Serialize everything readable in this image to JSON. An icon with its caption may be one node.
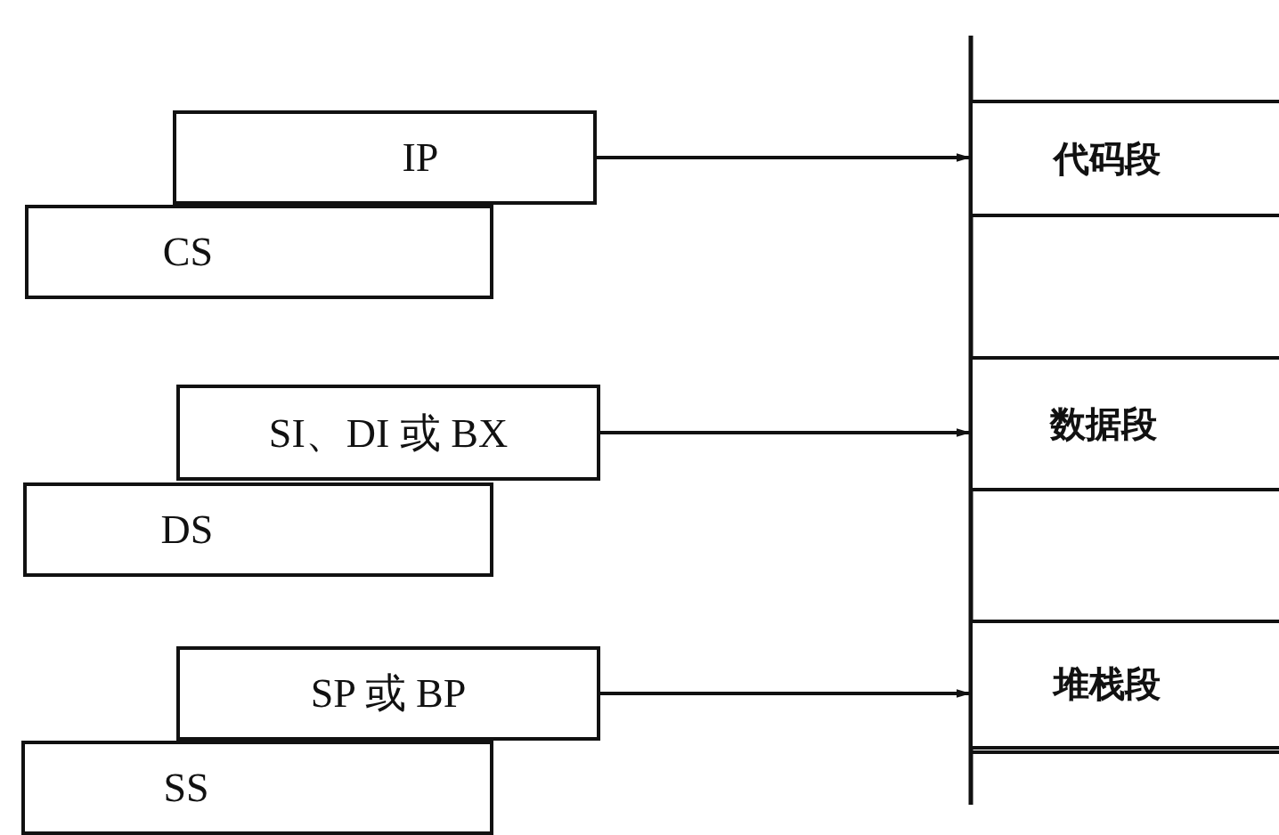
{
  "diagram": {
    "nodes": [
      {
        "text": [
          "IP"
        ]
      },
      {
        "text": [
          "CS"
        ]
      },
      {
        "text": [
          "SI、DI 或 BX"
        ]
      },
      {
        "text": [
          "DS"
        ]
      },
      {
        "text": [
          "SP 或 BP"
        ]
      },
      {
        "text": [
          "SS"
        ]
      },
      {
        "text": [
          "代码段"
        ]
      },
      {
        "text": [
          "数据段"
        ]
      },
      {
        "text": [
          "堆栈段"
        ]
      }
    ],
    "edges": [
      {
        "from": 0,
        "to": 6,
        "arrow": "to"
      },
      {
        "from": 2,
        "to": 7,
        "arrow": "to"
      },
      {
        "from": 4,
        "to": 8,
        "arrow": "to"
      }
    ]
  }
}
